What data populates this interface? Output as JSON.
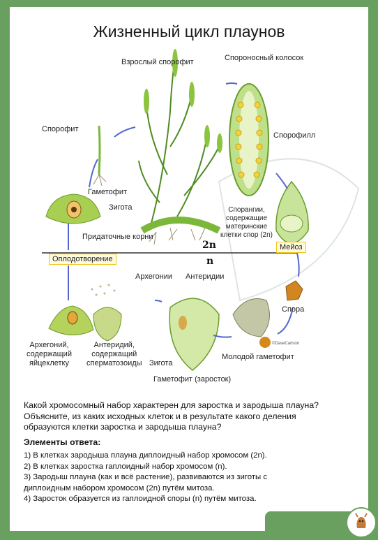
{
  "title": "Жизненный цикл плаунов",
  "labels": {
    "adult_sporophyte": "Взрослый спорофит",
    "sporangial_spike": "Спороносный колосок",
    "sporophyte": "Спорофит",
    "sporophyll": "Спорофилл",
    "gametophyte": "Гаметофит",
    "zygote_top": "Зигота",
    "adventitious_roots": "Придаточные корни",
    "sporangia": [
      "Спорангии,",
      "содержащие",
      "материнские",
      "клетки спор (2n)"
    ],
    "meiosis": "Мейоз",
    "fertilization": "Оплодотворение",
    "diploid": "2n",
    "haploid": "n",
    "archegonia": "Архегонии",
    "antheridia": "Антеридии",
    "spore": "Спора",
    "archegonium": [
      "Архегоний,",
      "содержащий",
      "яйцеклетку"
    ],
    "antheridium": [
      "Антеридий,",
      "содержащий",
      "сперматозоиды"
    ],
    "zygote_bottom": "Зигота",
    "young_gametophyte": "Молодой гаметофит",
    "gametophyte_prothallus": "Гаметофит (заросток)",
    "credit": "©DaveCarlson"
  },
  "question": [
    "Какой хромосомный набор характерен для заростка и зародыша плауна?",
    "Объясните, из каких исходных клеток и в результате какого деления",
    "образуются клетки заростка и зародыша плауна?"
  ],
  "answer_heading": "Элементы ответа:",
  "answer_items": [
    "1) В клетках зародыша плауна диплоидный набор хромосом (2n).",
    "2) В клетках заростка гаплоидный набор хромосом (n).",
    "3) Зародыш плауна (как и всё растение), развиваются из зиготы с",
    "диплоидным набором хромосом (2n) путём митоза.",
    "4) Заросток образуется из гаплоидной споры (n) путём митоза."
  ],
  "colors": {
    "frame": "#6aa05f",
    "plant": "#7bb83a",
    "highlight": "#f0c419"
  },
  "icons": [
    "fawn-logo-icon"
  ]
}
